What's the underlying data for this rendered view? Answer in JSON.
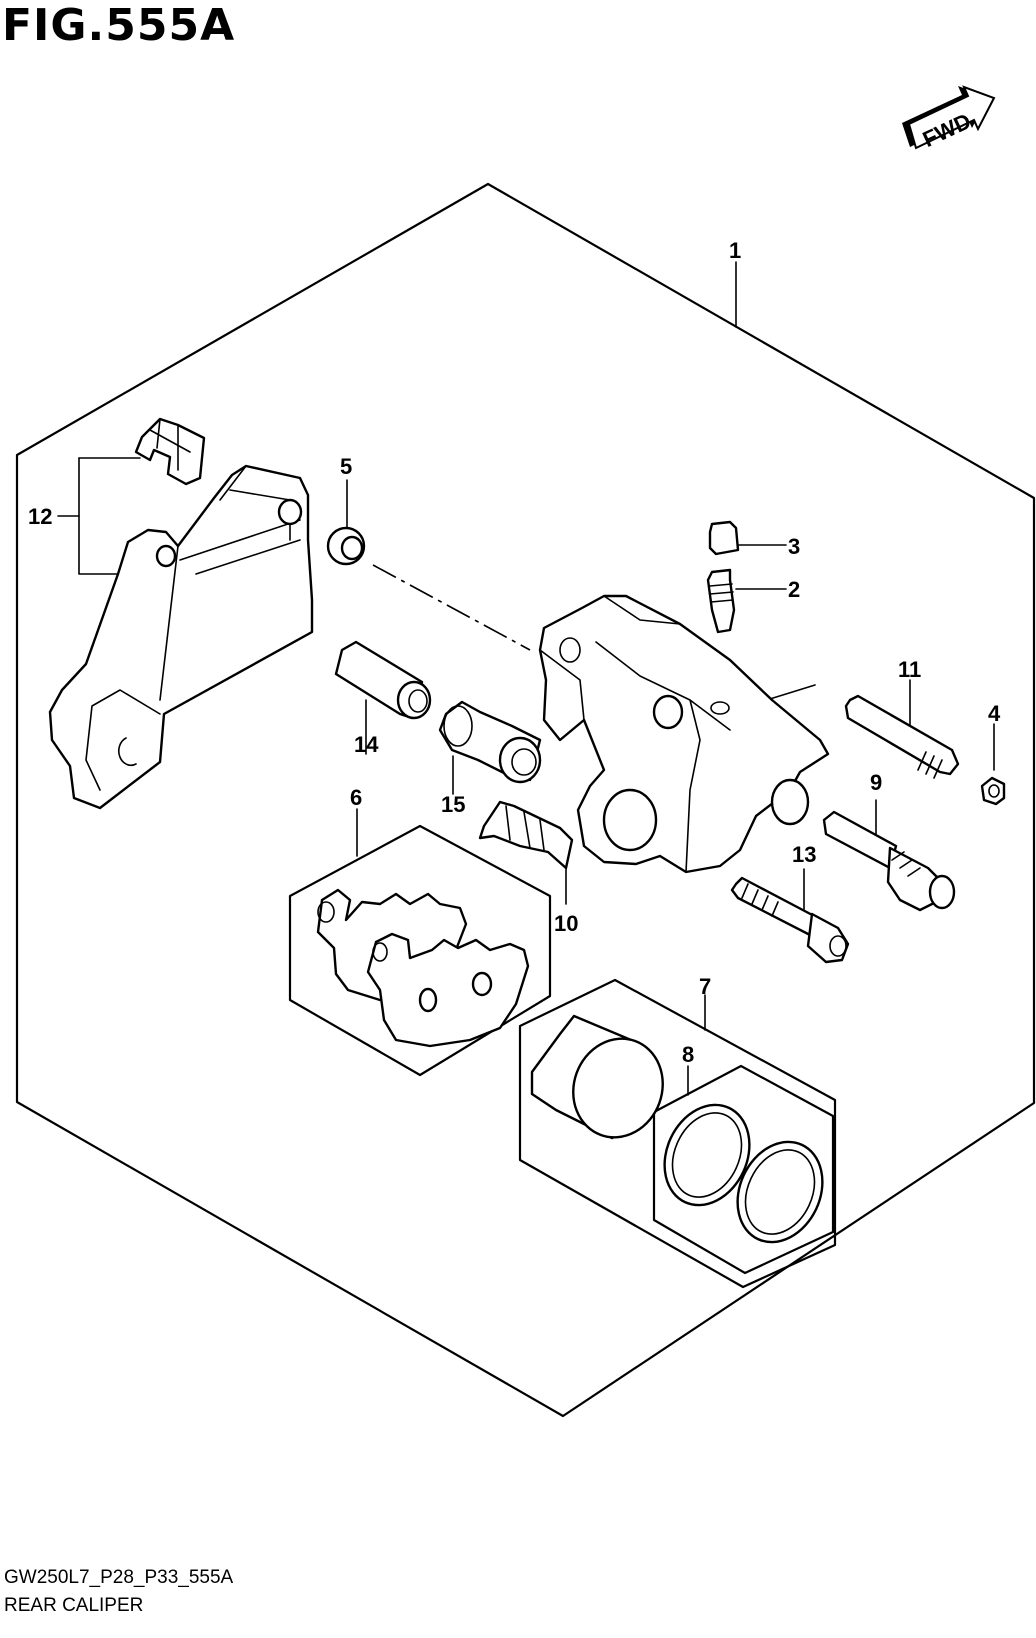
{
  "figure": {
    "title": "FIG.555A",
    "code": "GW250L7_P28_P33_555A",
    "name": "REAR CALIPER",
    "fwd_label": "FWD"
  },
  "callouts": [
    "1",
    "2",
    "3",
    "4",
    "5",
    "6",
    "7",
    "8",
    "9",
    "10",
    "11",
    "12",
    "13",
    "14",
    "15"
  ]
}
